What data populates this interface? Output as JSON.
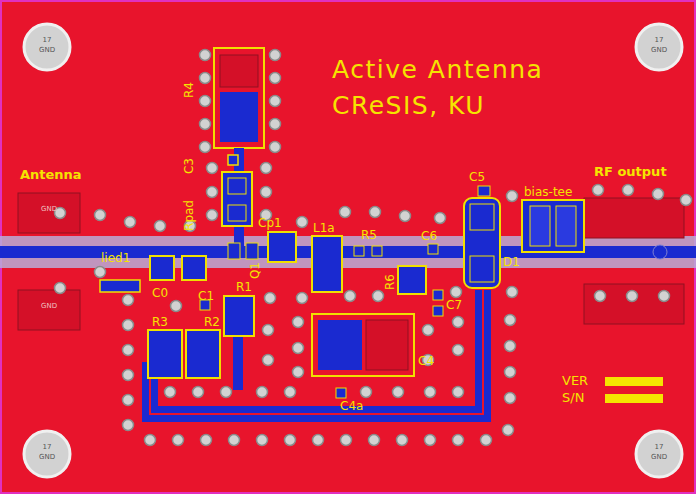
{
  "diagram": {
    "labels": [
      "Active Antenna",
      "CReSIS, KU",
      "Antenna",
      "RF output",
      "R4",
      "C3",
      "Rpad",
      "Q1",
      "Cp1",
      "L1a",
      "R5",
      "C6",
      "C5",
      "bias-tee",
      "D1",
      "lied1",
      "C0",
      "C1",
      "R1",
      "R3",
      "R2",
      "R6",
      "C7",
      "C4",
      "C4a",
      "VER",
      "S/N",
      "17",
      "GND",
      "17",
      "GND",
      "17",
      "GND",
      "17",
      "GND",
      "GND",
      "GND"
    ]
  }
}
